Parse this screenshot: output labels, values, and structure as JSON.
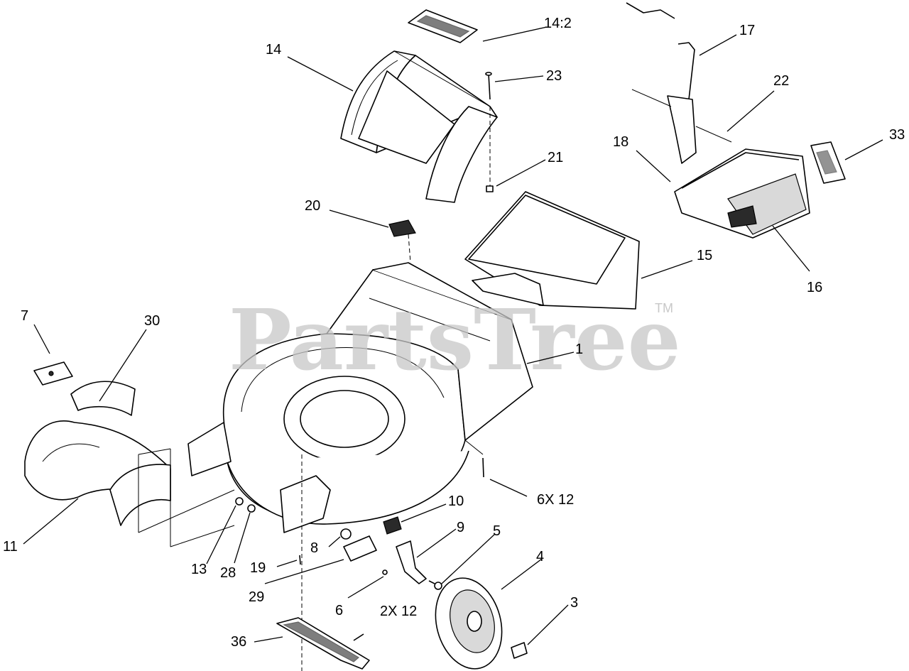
{
  "watermark": {
    "text": "PartsTree",
    "trademark": "TM"
  },
  "callouts": {
    "c1": "1",
    "c3": "3",
    "c4": "4",
    "c5": "5",
    "c6": "6",
    "c7": "7",
    "c8": "8",
    "c9": "9",
    "c10": "10",
    "c11": "11",
    "c13": "13",
    "c14": "14",
    "c14_2": "14:2",
    "c15": "15",
    "c16": "16",
    "c17": "17",
    "c18": "18",
    "c19": "19",
    "c20": "20",
    "c21": "21",
    "c22": "22",
    "c23": "23",
    "c28": "28",
    "c29": "29",
    "c30": "30",
    "c33": "33",
    "c36": "36",
    "c6x12": "6X 12",
    "c2x12": "2X 12"
  }
}
